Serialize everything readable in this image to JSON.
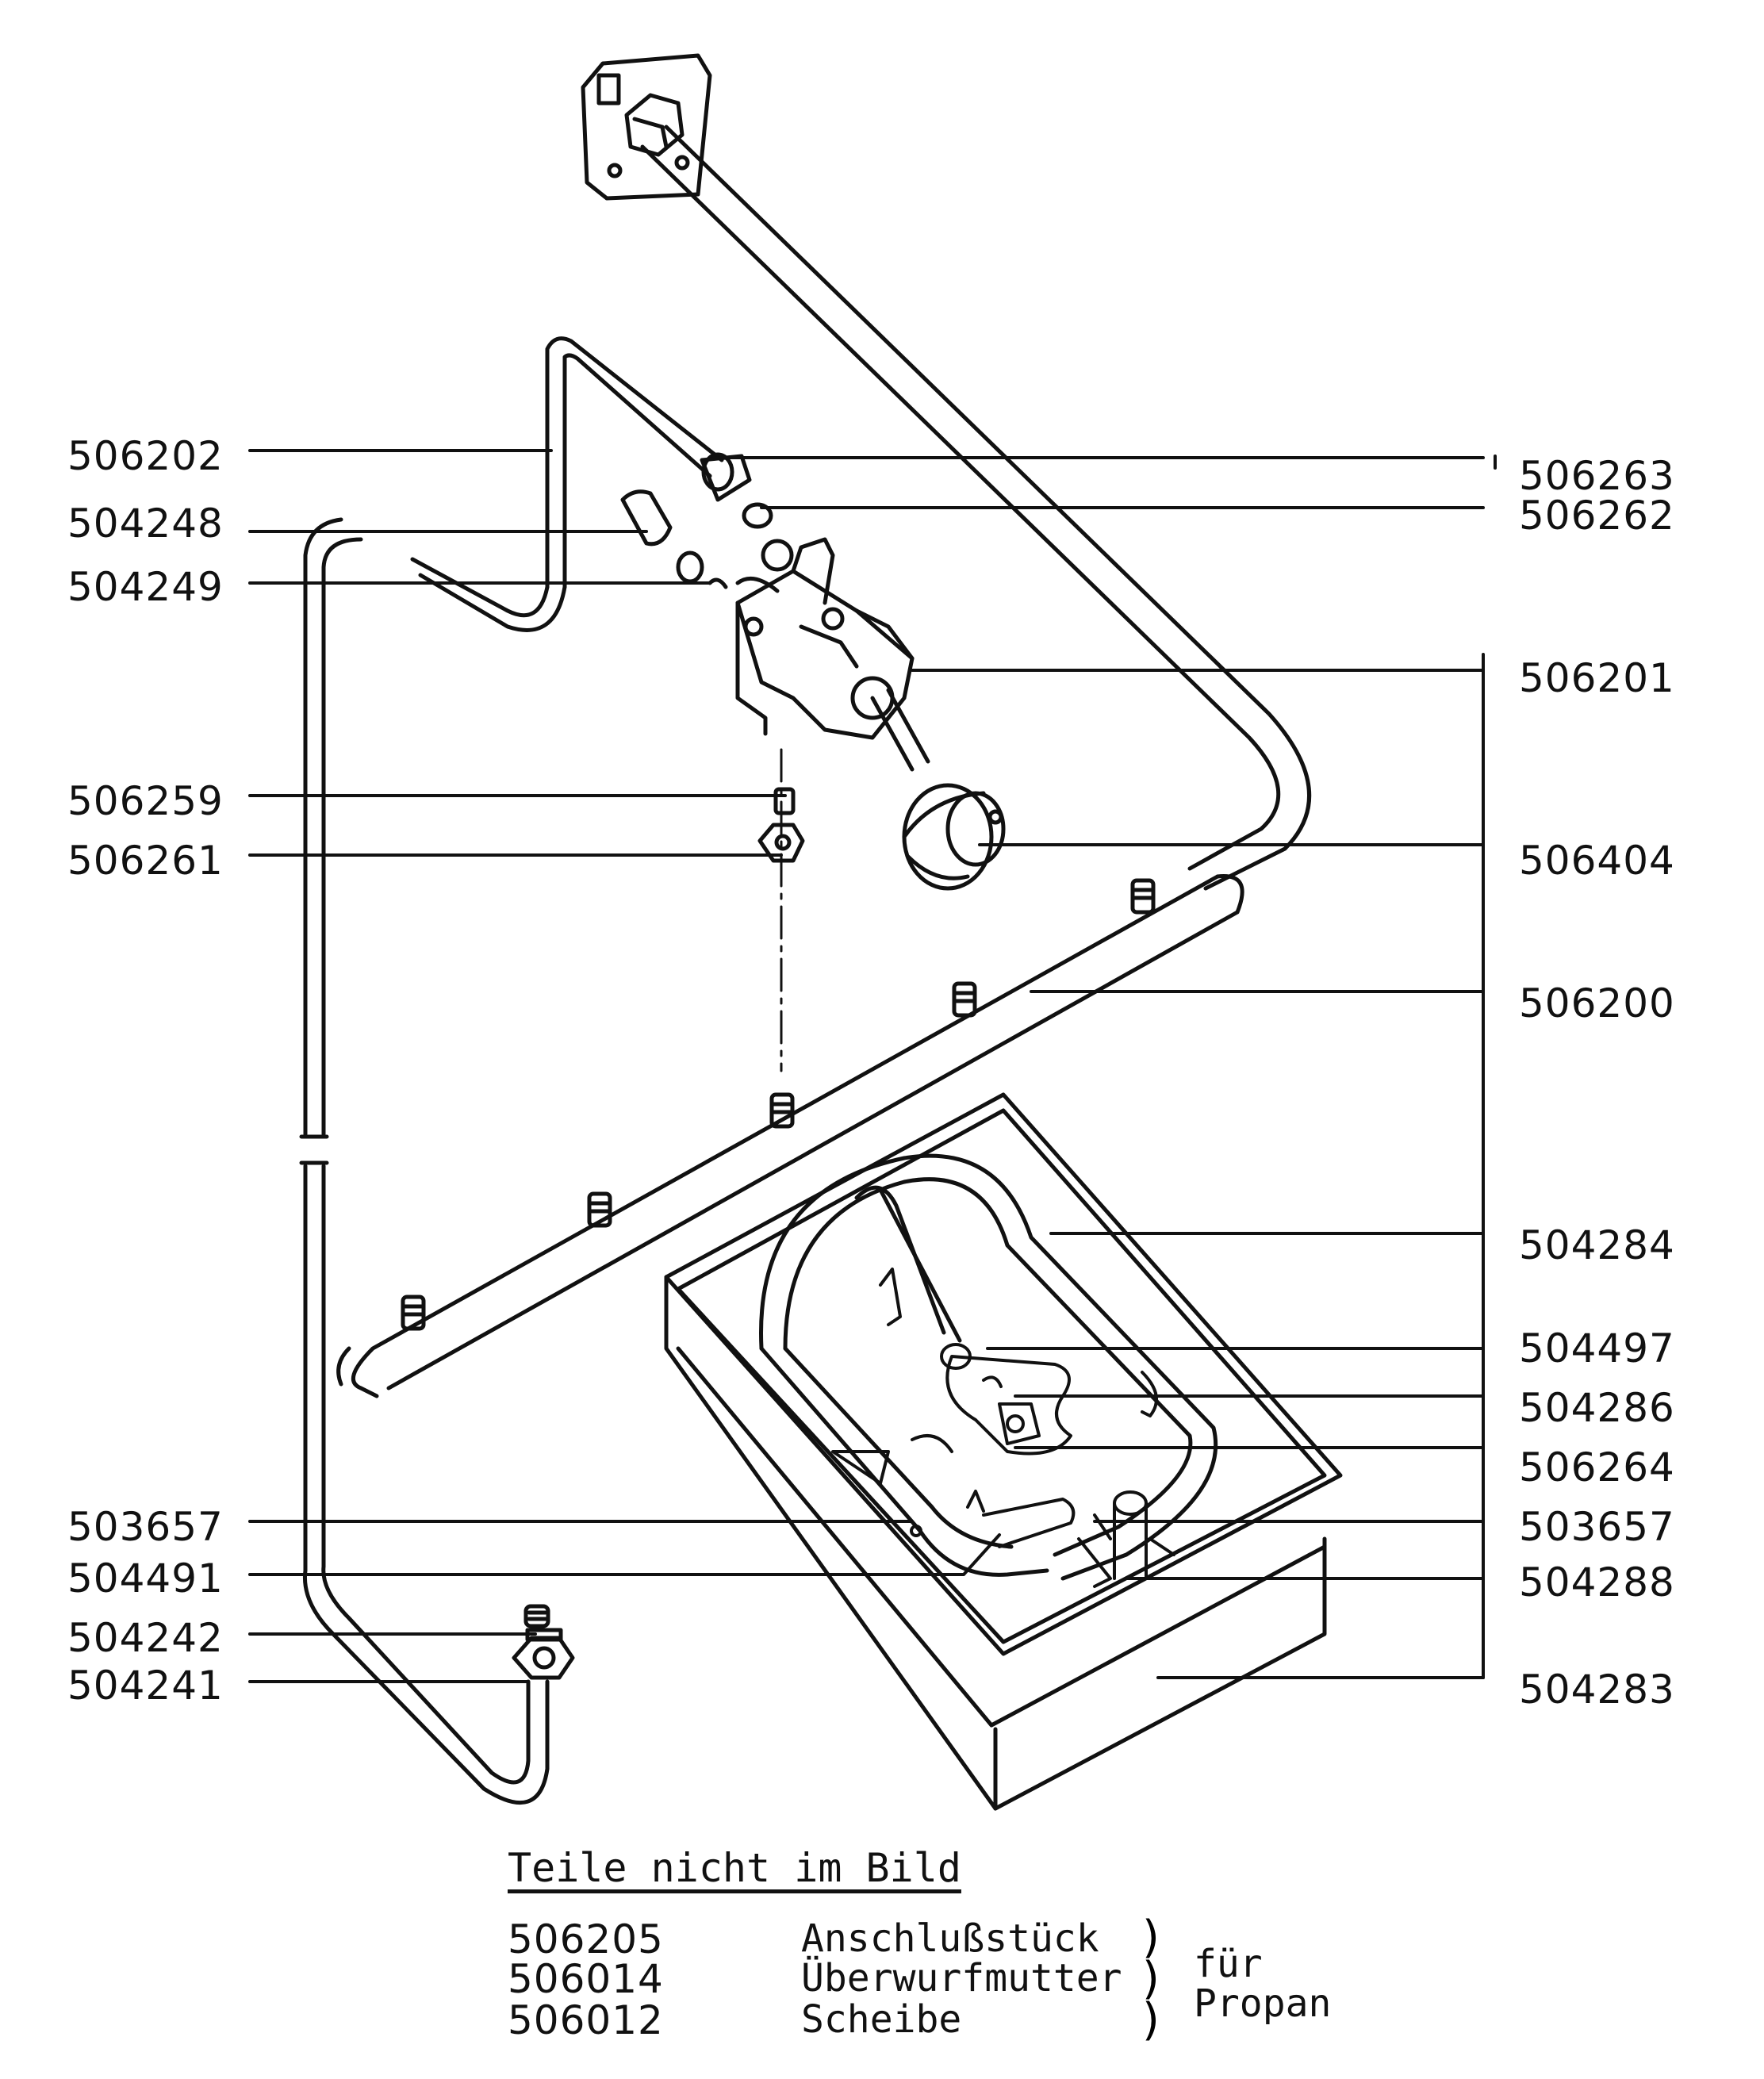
{
  "left_labels": [
    "506202",
    "504248",
    "504249",
    "506259",
    "506261",
    "503657",
    "504491",
    "504242",
    "504241"
  ],
  "right_labels": [
    "506263",
    "506262",
    "506201",
    "506404",
    "506200",
    "504284",
    "504497",
    "504286",
    "506264",
    "503657",
    "504288",
    "504283"
  ],
  "not_shown": {
    "heading": "Teile nicht im Bild",
    "items": [
      {
        "number": "506205",
        "name": "Anschlußstück"
      },
      {
        "number": "506014",
        "name": "Überwurfmutter"
      },
      {
        "number": "506012",
        "name": "Scheibe"
      }
    ],
    "group_note_line1": "für",
    "group_note_line2": "Propan"
  }
}
